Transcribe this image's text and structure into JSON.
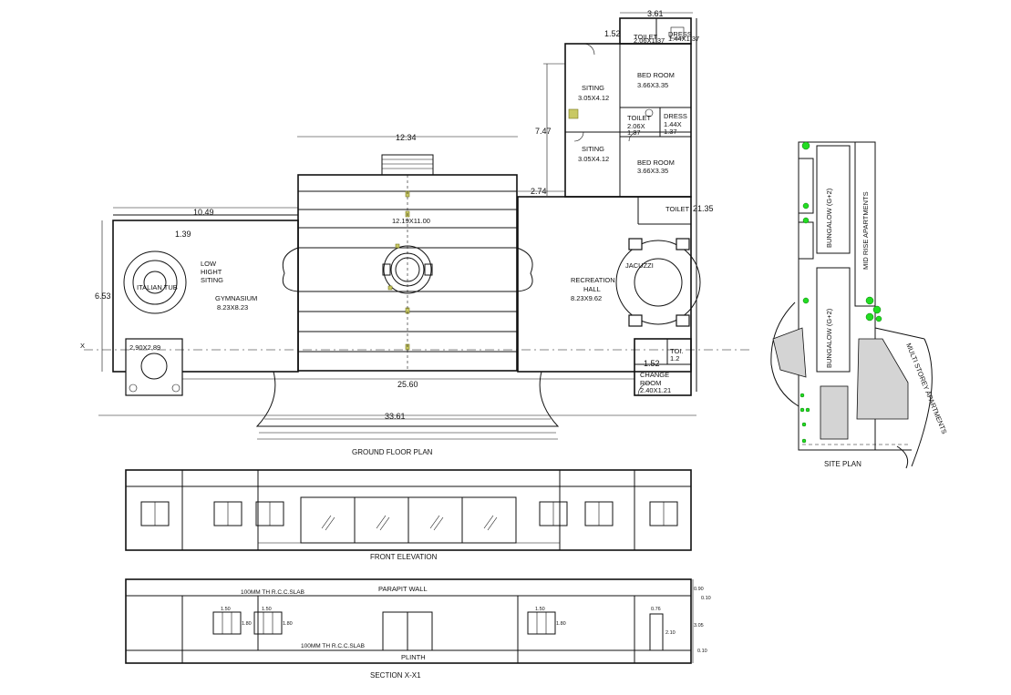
{
  "ground_floor_plan": {
    "caption": "GROUND FLOOR PLAN",
    "dimensions": {
      "top_3_61": "3.61",
      "d_1_52_top": "1.52",
      "d_7_47": "7.47",
      "d_12_34": "12.34",
      "d_2_74": "2.74",
      "d_21_35": "21.35",
      "d_10_49": "10.49",
      "d_1_39": "1.39",
      "d_6_53": "6.53",
      "d_1_52_bottom": "1.52",
      "d_25_60": "25.60",
      "d_33_61": "33.61"
    },
    "rooms": {
      "toilet_top": "TOILET",
      "toilet_top_size": "2.06X1.37",
      "dress_top": "DRESS",
      "dress_top_size": "1.44X1.37",
      "bedroom_1": "BED ROOM",
      "bedroom_1_size": "3.66X3.35",
      "siting_1": "SITING",
      "siting_1_size": "3.05X4.12",
      "toilet_mid": "TOILET",
      "toilet_mid_size": "2.06X",
      "toilet_mid_size2": "1.37",
      "dress_mid": "DRESS",
      "dress_mid_size": "1.44X",
      "dress_mid_size2": "1.37",
      "siting_2": "SITING",
      "siting_2_size": "3.05X4.12",
      "bedroom_2": "BED ROOM",
      "bedroom_2_size": "3.66X3.35",
      "toilet_right": "TOILET",
      "central_size": "12.19X11.00",
      "recreation": "RECREATION",
      "hall": "HALL",
      "recreation_size": "8.23X9.62",
      "jacuzzi": "JACUZZI",
      "low_hight": "LOW",
      "low_hight_2": "HIGHT",
      "low_hight_3": "SITING",
      "italian_tub": "ITALIAN TUB",
      "gymnasium": "GYMNASIUM",
      "gymnasium_size": "8.23X8.23",
      "small_room_size": "2.90X2.89",
      "toi": "TOI.",
      "toi_size": "1.2",
      "change": "CHANGE",
      "room": "ROOM",
      "change_size": "2.40X1.21",
      "section_marker": "X"
    }
  },
  "site_plan": {
    "caption": "SITE PLAN",
    "label_bungalow_1": "BUNGALOW (G+2)",
    "label_bungalow_2": "BUNGALOW (G+2)",
    "label_mid_rise": "MID RISE APARTMENTS",
    "label_multi_storey": "MULTI STOREY APARTMENTS"
  },
  "front_elevation": {
    "caption": "FRONT ELEVATION"
  },
  "section": {
    "caption": "SECTION X-X1",
    "slab_top": "100MM TH R.C.C.SLAB",
    "parapet": "PARAPIT WALL",
    "slab_mid": "100MM TH R.C.C.SLAB",
    "plinth": "PLINTH",
    "w1_width": "1.50",
    "w1_height": "1.80",
    "w2_width": "1.50",
    "w2_height": "1.80",
    "w3_width": "1.50",
    "w3_height": "1.80",
    "door_width": "0.76",
    "door_height": "2.10",
    "lvl_1": "0.90",
    "lvl_2": "0.10",
    "lvl_3": "3.05",
    "lvl_4": "0.10"
  },
  "colors": {
    "line": "#111111",
    "tree_green": "#22dd22",
    "accent_olive": "#c8c864",
    "hatch_grey": "#d4d4d4"
  }
}
